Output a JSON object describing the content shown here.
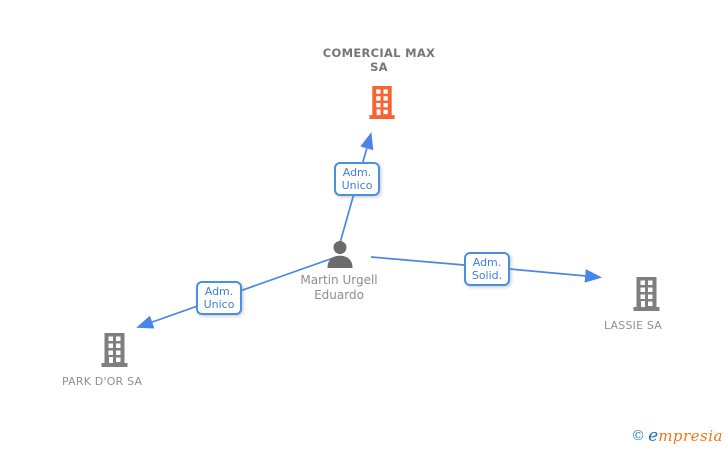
{
  "diagram": {
    "nodes": [
      {
        "id": "comercial-max",
        "type": "company",
        "label": "COMERCIAL MAX SA",
        "highlighted": true
      },
      {
        "id": "martin-urgell-eduardo",
        "type": "person",
        "label": "Martin Urgell Eduardo"
      },
      {
        "id": "park-dor",
        "type": "company",
        "label": "PARK D'OR SA"
      },
      {
        "id": "lassie",
        "type": "company",
        "label": "LASSIE SA"
      }
    ],
    "edges": [
      {
        "from": "Martin Urgell Eduardo",
        "to": "COMERCIAL MAX SA",
        "label": "Adm. Unico"
      },
      {
        "from": "Martin Urgell Eduardo",
        "to": "PARK D'OR SA",
        "label": "Adm. Unico"
      },
      {
        "from": "Martin Urgell Eduardo",
        "to": "LASSIE SA",
        "label": "Adm. Solid."
      }
    ]
  },
  "colors": {
    "edge_blue": "#4a86e8",
    "box_border_blue": "#4a90e2",
    "box_text_blue": "#3f7fd6",
    "highlight_orange": "#f96332",
    "company_gray": "#7f7f7f",
    "person_gray": "#6b6b6b",
    "title_gray": "#757575",
    "label_gray": "#8f8f8f",
    "logo_teal": "#2e8a9e",
    "logo_blue": "#1d70c0",
    "logo_orange": "#ed7812"
  },
  "footer": {
    "copyright_symbol": "©",
    "brand_initial": "e",
    "brand_rest": "mpresia"
  }
}
